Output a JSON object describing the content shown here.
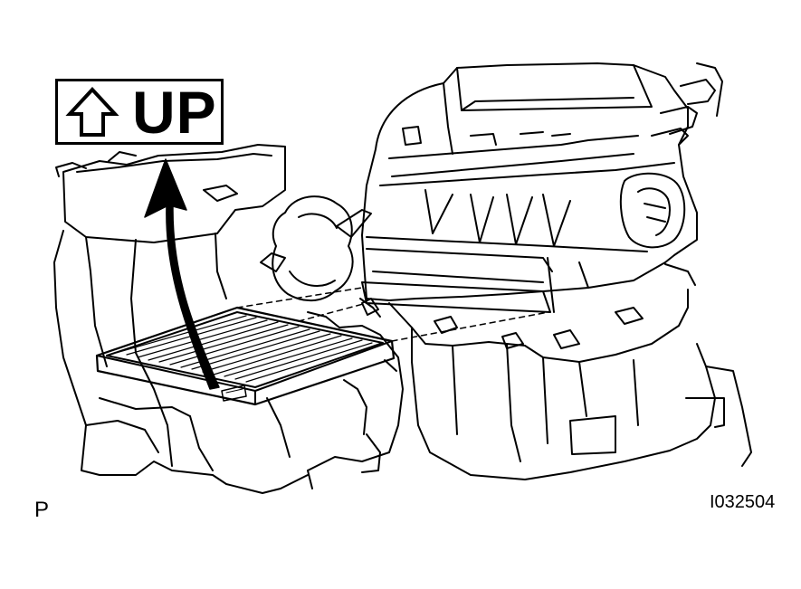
{
  "up_label": {
    "icon": "up-outline-arrow-icon",
    "text": "UP"
  },
  "corner_label": "P",
  "figure_id": "I032504"
}
